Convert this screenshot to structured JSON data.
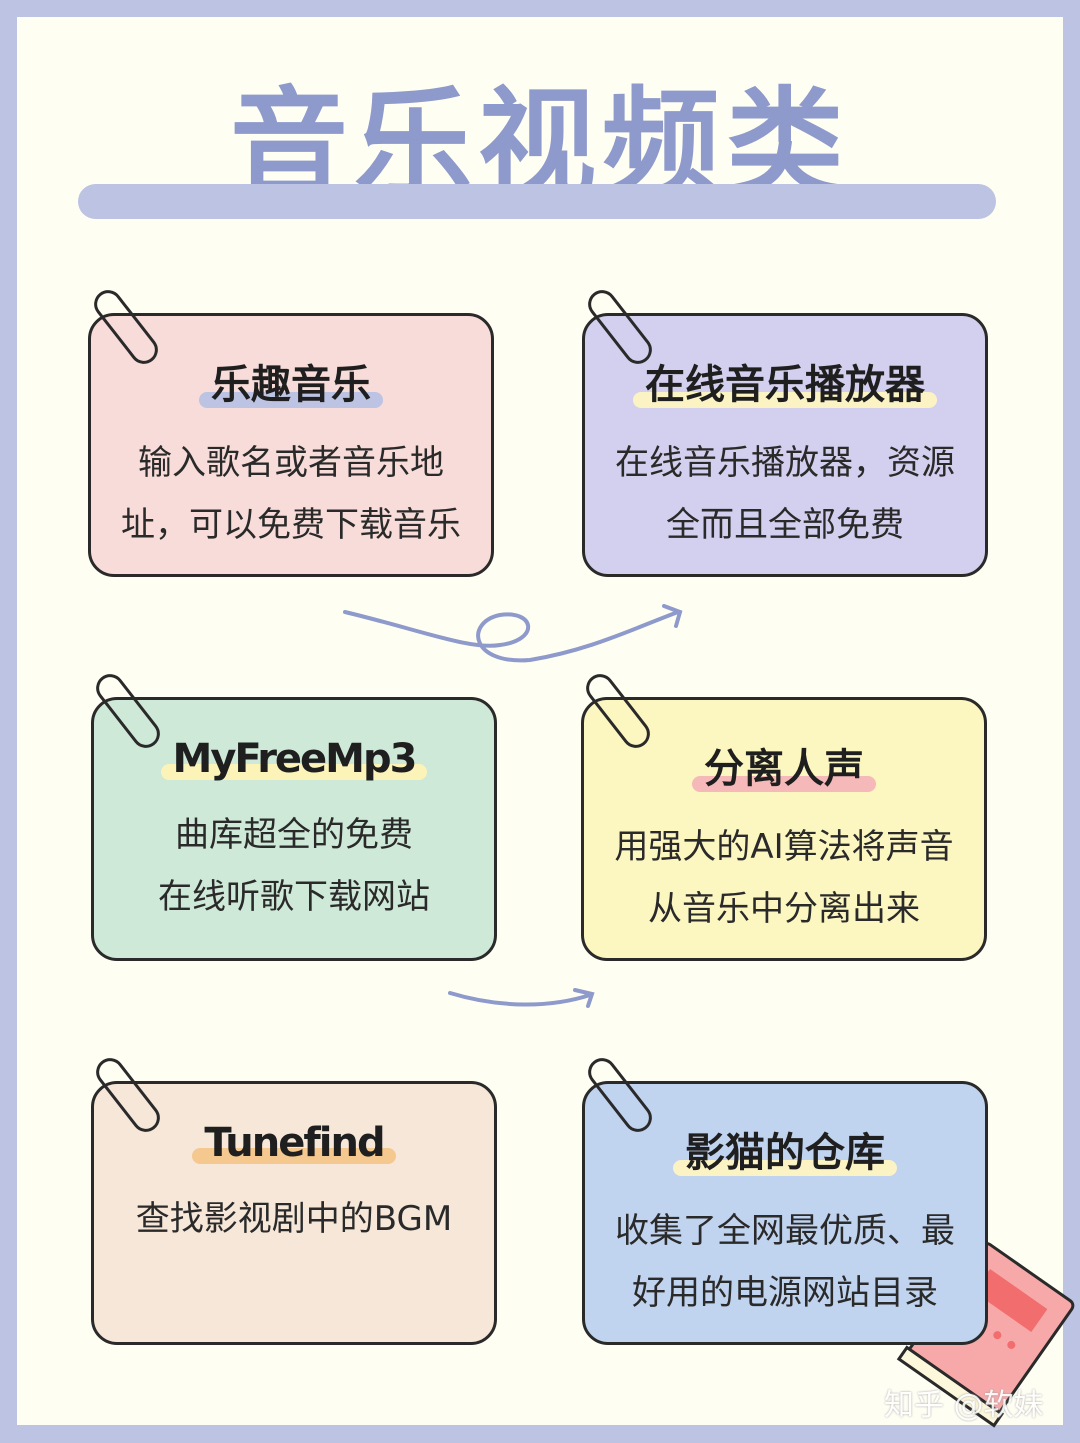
{
  "title": "音乐视频类",
  "cards": [
    {
      "title": "乐趣音乐",
      "desc": [
        "输入歌名或者音乐地",
        "址，可以免费下载音乐"
      ],
      "bg": "#f7dcd9",
      "hl": "#bcc3e3"
    },
    {
      "title": "在线音乐播放器",
      "desc": [
        "在线音乐播放器，资源",
        "全而且全部免费"
      ],
      "bg": "#d3cfee",
      "hl": "#fcf3c4"
    },
    {
      "title": "MyFreeMp3",
      "desc": [
        "曲库超全的免费",
        "在线听歌下载网站"
      ],
      "bg": "#cfe9d8",
      "hl": "#fcf3b8"
    },
    {
      "title": "分离人声",
      "desc": [
        "用强大的AI算法将声音",
        "从音乐中分离出来"
      ],
      "bg": "#fcf6c0",
      "hl": "#f6b9b9"
    },
    {
      "title": "Tunefind",
      "desc": [
        "查找影视剧中的BGM"
      ],
      "bg": "#f6e7d8",
      "hl": "#f5c88f"
    },
    {
      "title": "影猫的仓库",
      "desc": [
        "收集了全网最优质、最",
        "好用的电源网站目录"
      ],
      "bg": "#c0d3ef",
      "hl": "#fcf3c4"
    }
  ],
  "watermark": "知乎 @软妹"
}
